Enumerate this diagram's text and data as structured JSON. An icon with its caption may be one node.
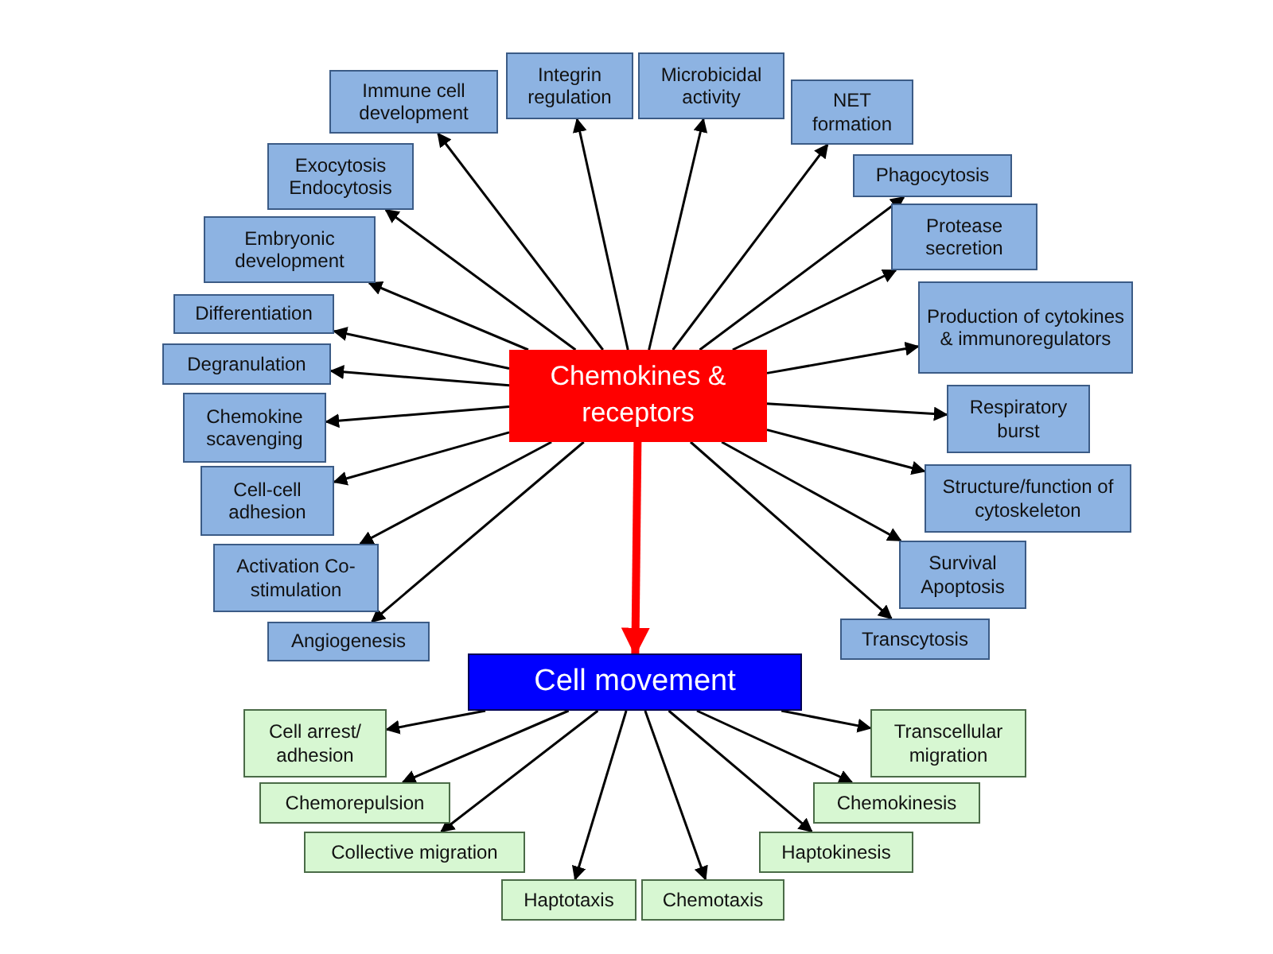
{
  "diagram": {
    "nodes": [
      {
        "text": [
          "Chemokines & receptors"
        ]
      },
      {
        "text": [
          "Immune cell development"
        ]
      },
      {
        "text": [
          "Integrin regulation"
        ]
      },
      {
        "text": [
          "Microbicidal activity"
        ]
      },
      {
        "text": [
          "NET formation"
        ]
      },
      {
        "text": [
          "Exocytosis Endocytosis"
        ]
      },
      {
        "text": [
          "Phagocytosis"
        ]
      },
      {
        "text": [
          "Embryonic development"
        ]
      },
      {
        "text": [
          "Protease secretion"
        ]
      },
      {
        "text": [
          "Production of cytokines & immunoregulators"
        ]
      },
      {
        "text": [
          "Differentiation"
        ]
      },
      {
        "text": [
          "Degranulation"
        ]
      },
      {
        "text": [
          "Chemokine scavenging"
        ]
      },
      {
        "text": [
          "Respiratory burst"
        ]
      },
      {
        "text": [
          "Cell-cell adhesion"
        ]
      },
      {
        "text": [
          "Structure/function of cytoskeleton"
        ]
      },
      {
        "text": [
          "Activation Co-stimulation"
        ]
      },
      {
        "text": [
          "Survival Apoptosis"
        ]
      },
      {
        "text": [
          "Angiogenesis"
        ]
      },
      {
        "text": [
          "Transcytosis"
        ]
      },
      {
        "text": [
          "Cell movement"
        ]
      },
      {
        "text": [
          "Cell arrest/ adhesion"
        ]
      },
      {
        "text": [
          "Transcellular migration"
        ]
      },
      {
        "text": [
          "Chemorepulsion"
        ]
      },
      {
        "text": [
          "Chemokinesis"
        ]
      },
      {
        "text": [
          "Collective migration"
        ]
      },
      {
        "text": [
          "Haptokinesis"
        ]
      },
      {
        "text": [
          "Haptotaxis"
        ]
      },
      {
        "text": [
          "Chemotaxis"
        ]
      }
    ],
    "edges": [
      {
        "from": 0,
        "to": 1,
        "arrow": "to"
      },
      {
        "from": 0,
        "to": 2,
        "arrow": "to"
      },
      {
        "from": 0,
        "to": 3,
        "arrow": "to"
      },
      {
        "from": 0,
        "to": 4,
        "arrow": "to"
      },
      {
        "from": 0,
        "to": 5,
        "arrow": "to"
      },
      {
        "from": 0,
        "to": 6,
        "arrow": "to"
      },
      {
        "from": 0,
        "to": 7,
        "arrow": "to"
      },
      {
        "from": 0,
        "to": 8,
        "arrow": "to"
      },
      {
        "from": 0,
        "to": 9,
        "arrow": "to"
      },
      {
        "from": 0,
        "to": 10,
        "arrow": "to"
      },
      {
        "from": 0,
        "to": 11,
        "arrow": "to"
      },
      {
        "from": 0,
        "to": 12,
        "arrow": "to"
      },
      {
        "from": 0,
        "to": 13,
        "arrow": "to"
      },
      {
        "from": 0,
        "to": 14,
        "arrow": "to"
      },
      {
        "from": 0,
        "to": 15,
        "arrow": "to"
      },
      {
        "from": 0,
        "to": 16,
        "arrow": "to"
      },
      {
        "from": 0,
        "to": 17,
        "arrow": "to"
      },
      {
        "from": 0,
        "to": 18,
        "arrow": "to"
      },
      {
        "from": 0,
        "to": 19,
        "arrow": "to"
      },
      {
        "from": 0,
        "to": 20,
        "arrow": "to",
        "style": "thick",
        "color": "#ff0000"
      },
      {
        "from": 20,
        "to": 21,
        "arrow": "to"
      },
      {
        "from": 20,
        "to": 22,
        "arrow": "to"
      },
      {
        "from": 20,
        "to": 23,
        "arrow": "to"
      },
      {
        "from": 20,
        "to": 24,
        "arrow": "to"
      },
      {
        "from": 20,
        "to": 25,
        "arrow": "to"
      },
      {
        "from": 20,
        "to": 26,
        "arrow": "to"
      },
      {
        "from": 20,
        "to": 27,
        "arrow": "to"
      },
      {
        "from": 20,
        "to": 28,
        "arrow": "to"
      }
    ]
  }
}
